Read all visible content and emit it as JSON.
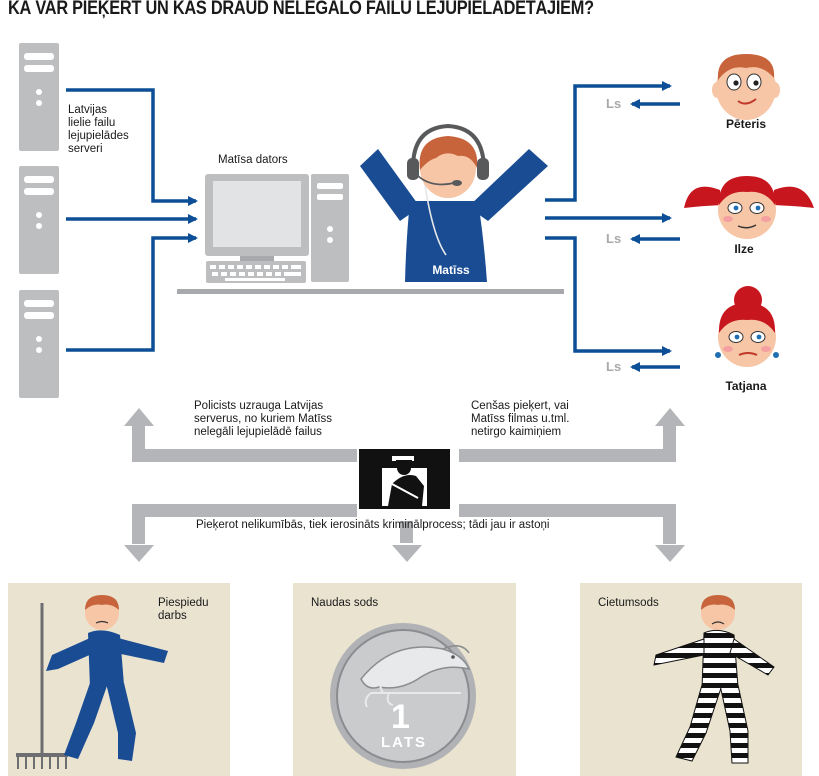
{
  "title": "KĀ VAR PIEĶERT UN KAS DRAUD NELEGĀLO FAILU LEJUPIELĀDĒTĀJIEM?",
  "servers_label": "Latvijas lielie failu lejupielādes serveri",
  "servers_label_lines": [
    "Latvijas",
    "lielie failu",
    "lejupielādes",
    "serveri"
  ],
  "computer_label": "Matīsa dators",
  "central_person": "Matīss",
  "currency_symbol": "Ls",
  "neighbors": [
    "Pēteris",
    "Ilze",
    "Tatjana"
  ],
  "police_left_text": [
    "Policists uzrauga Latvijas",
    "serverus, no kuriem Matīss",
    "nelegāli lejupielādē failus"
  ],
  "police_right_text": [
    "Cenšas pieķert, vai",
    "Matīss filmas u.tml.",
    "netirgo kaimiņiem"
  ],
  "consequence_text": "Pieķerot nelikumībās, tiek ierosināts kriminālprocess; tādi jau ir astoņi",
  "punishments": [
    {
      "label_lines": [
        "Piespiedu",
        "darbs"
      ]
    },
    {
      "label_lines": [
        "Naudas sods"
      ]
    },
    {
      "label_lines": [
        "Cietumsods"
      ]
    }
  ],
  "coin": {
    "value": "1",
    "currency": "LATS"
  },
  "colors": {
    "arrow_blue": "#0d4f96",
    "server_gray": "#bcbec0",
    "police_arrow_gray": "#b3b5b8",
    "panel_beige": "#e9e3d0",
    "hair_orange": "#c8643c",
    "hair_red": "#c8161e",
    "shirt_blue": "#1a4c94"
  }
}
